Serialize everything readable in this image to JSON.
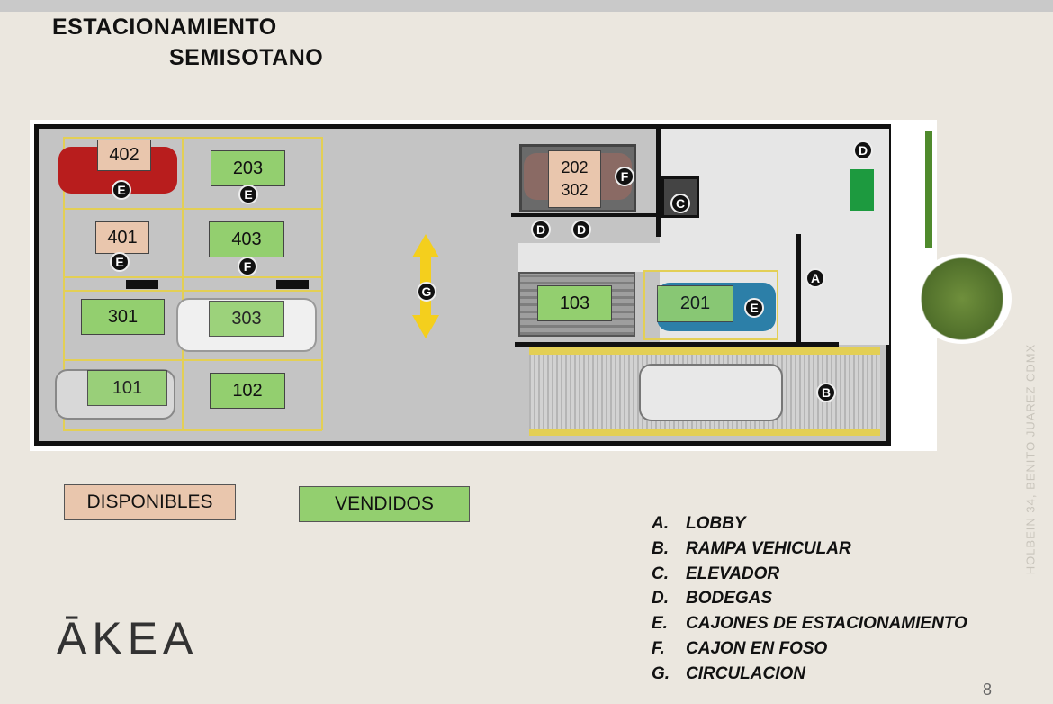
{
  "title": {
    "line1": "ESTACIONAMIENTO",
    "line2": "SEMISOTANO"
  },
  "spaces": {
    "s402": "402",
    "s203": "203",
    "s401": "401",
    "s403": "403",
    "s301": "301",
    "s303": "303",
    "s101": "101",
    "s102": "102",
    "s202": "202",
    "s302": "302",
    "s103": "103",
    "s201": "201"
  },
  "markers": {
    "A": "A",
    "B": "B",
    "C": "C",
    "D": "D",
    "E": "E",
    "F": "F",
    "G": "G"
  },
  "legend": {
    "available": "DISPONIBLES",
    "sold": "VENDIDOS"
  },
  "key": [
    {
      "k": "A.",
      "v": "LOBBY"
    },
    {
      "k": "B.",
      "v": "RAMPA VEHICULAR"
    },
    {
      "k": "C.",
      "v": "ELEVADOR"
    },
    {
      "k": "D.",
      "v": "BODEGAS"
    },
    {
      "k": "E.",
      "v": "CAJONES DE ESTACIONAMIENTO"
    },
    {
      "k": "F.",
      "v": "CAJON EN FOSO"
    },
    {
      "k": "G.",
      "v": "CIRCULACION"
    }
  ],
  "logo": "ĀKEA",
  "address": "HOLBEIN 34, BENITO JUAREZ CDMX",
  "page_number": "8",
  "colors": {
    "available": "#e9c6ad",
    "sold": "#93cf6f",
    "lines": "#e3cf55"
  }
}
